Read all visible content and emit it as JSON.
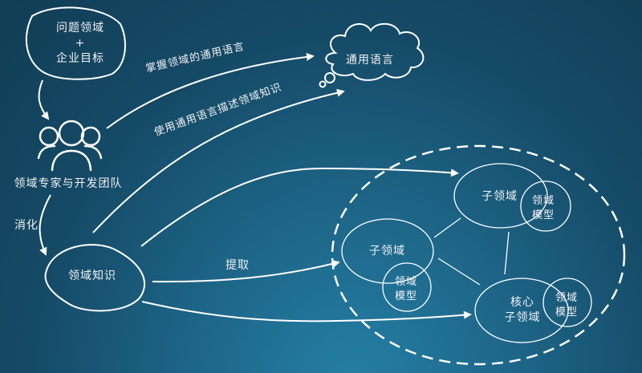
{
  "colors": {
    "background_dark": "#113d55",
    "background_light": "#2580a6",
    "stroke": "#ffffff"
  },
  "nodes": {
    "problem_domain": {
      "line1": "问题领域",
      "plus": "+",
      "line2": "企业目标"
    },
    "team": {
      "label": "领域专家与开发团队",
      "icon": "people-group-icon"
    },
    "domain_knowledge": {
      "label": "领域知识"
    },
    "ubiquitous_language": {
      "label": "通用语言",
      "shape": "cloud"
    },
    "subdomain_top": {
      "label": "子领域",
      "model_line1": "领域",
      "model_line2": "模型"
    },
    "subdomain_left": {
      "label": "子领域",
      "model_line1": "领域",
      "model_line2": "模型"
    },
    "core_subdomain": {
      "line1": "核心",
      "line2": "子领域",
      "model_line1": "领域",
      "model_line2": "模型"
    }
  },
  "edges": {
    "digest": "消化",
    "master_language": "掌握领域的通用语言",
    "describe_knowledge": "使用通用语言描述领域知识",
    "extract": "提取"
  }
}
